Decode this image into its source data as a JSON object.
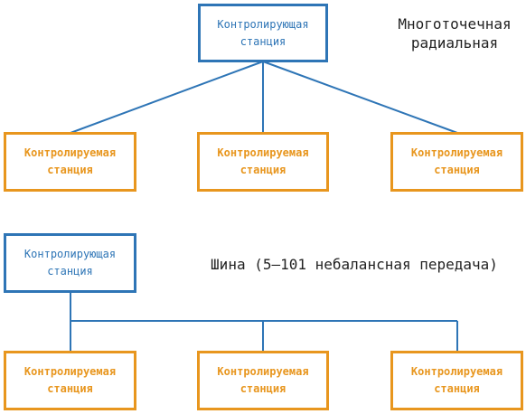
{
  "top_diagram": {
    "caption_line1": "Многоточечная",
    "caption_line2": "радиальная",
    "master": {
      "line1": "Контролирующая",
      "line2": "станция"
    },
    "slaves": [
      {
        "line1": "Контролируемая",
        "line2": "станция"
      },
      {
        "line1": "Контролируемая",
        "line2": "станция"
      },
      {
        "line1": "Контролируемая",
        "line2": "станция"
      }
    ]
  },
  "bottom_diagram": {
    "caption": "Шина (5–101 небалансная передача)",
    "master": {
      "line1": "Контролирующая",
      "line2": "станция"
    },
    "slaves": [
      {
        "line1": "Контролируемая",
        "line2": "станция"
      },
      {
        "line1": "Контролируемая",
        "line2": "станция"
      },
      {
        "line1": "Контролируемая",
        "line2": "станция"
      }
    ]
  },
  "colors": {
    "master": "#2e75b6",
    "slave": "#e8961e",
    "connector": "#2e75b6"
  }
}
